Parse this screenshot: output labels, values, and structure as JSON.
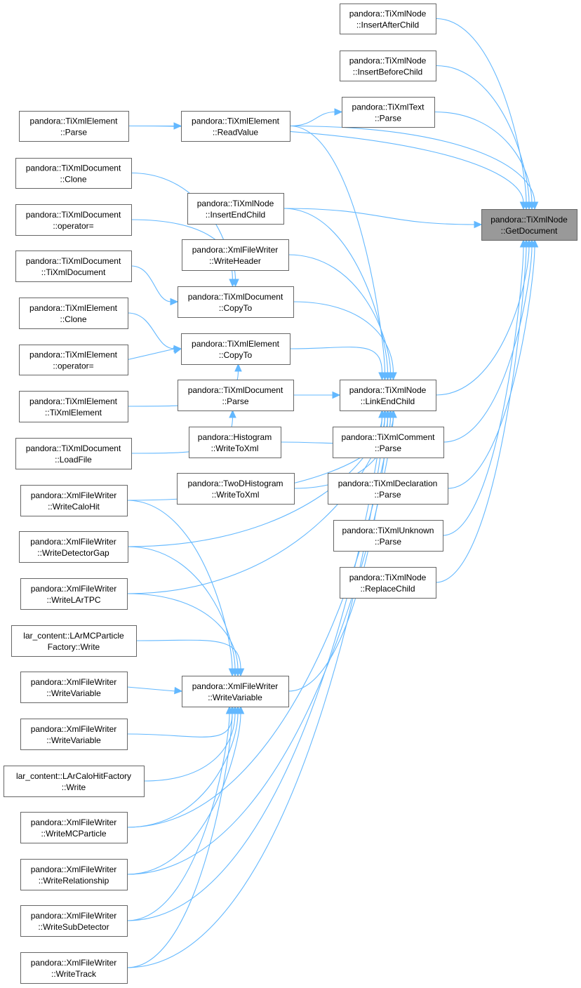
{
  "diagram": {
    "kind": "doxygen-caller-graph",
    "edge_color": "#63b8ff",
    "focus_fill": "#999999",
    "node_border": "#666666",
    "nodes": [
      {
        "id": "getdoc",
        "line1": "pandora::TiXmlNode",
        "line2": "::GetDocument",
        "focus": true
      },
      {
        "id": "insafter",
        "line1": "pandora::TiXmlNode",
        "line2": "::InsertAfterChild"
      },
      {
        "id": "insbefore",
        "line1": "pandora::TiXmlNode",
        "line2": "::InsertBeforeChild"
      },
      {
        "id": "textparse",
        "line1": "pandora::TiXmlText",
        "line2": "::Parse"
      },
      {
        "id": "elparse",
        "line1": "pandora::TiXmlElement",
        "line2": "::Parse"
      },
      {
        "id": "readvalue",
        "line1": "pandora::TiXmlElement",
        "line2": "::ReadValue"
      },
      {
        "id": "docclone",
        "line1": "pandora::TiXmlDocument",
        "line2": "::Clone"
      },
      {
        "id": "insend",
        "line1": "pandora::TiXmlNode",
        "line2": "::InsertEndChild"
      },
      {
        "id": "docop",
        "line1": "pandora::TiXmlDocument",
        "line2": "::operator="
      },
      {
        "id": "writeheader",
        "line1": "pandora::XmlFileWriter",
        "line2": "::WriteHeader"
      },
      {
        "id": "docctor",
        "line1": "pandora::TiXmlDocument",
        "line2": "::TiXmlDocument"
      },
      {
        "id": "doccopyto",
        "line1": "pandora::TiXmlDocument",
        "line2": "::CopyTo"
      },
      {
        "id": "elclone",
        "line1": "pandora::TiXmlElement",
        "line2": "::Clone"
      },
      {
        "id": "elcopyto",
        "line1": "pandora::TiXmlElement",
        "line2": "::CopyTo"
      },
      {
        "id": "elop",
        "line1": "pandora::TiXmlElement",
        "line2": "::operator="
      },
      {
        "id": "linkend",
        "line1": "pandora::TiXmlNode",
        "line2": "::LinkEndChild"
      },
      {
        "id": "docparse",
        "line1": "pandora::TiXmlDocument",
        "line2": "::Parse"
      },
      {
        "id": "elctor",
        "line1": "pandora::TiXmlElement",
        "line2": "::TiXmlElement"
      },
      {
        "id": "commentparse",
        "line1": "pandora::TiXmlComment",
        "line2": "::Parse"
      },
      {
        "id": "histo",
        "line1": "pandora::Histogram",
        "line2": "::WriteToXml"
      },
      {
        "id": "loadfile",
        "line1": "pandora::TiXmlDocument",
        "line2": "::LoadFile"
      },
      {
        "id": "declparse",
        "line1": "pandora::TiXmlDeclaration",
        "line2": "::Parse"
      },
      {
        "id": "twod",
        "line1": "pandora::TwoDHistogram",
        "line2": "::WriteToXml"
      },
      {
        "id": "calohit",
        "line1": "pandora::XmlFileWriter",
        "line2": "::WriteCaloHit"
      },
      {
        "id": "unknownparse",
        "line1": "pandora::TiXmlUnknown",
        "line2": "::Parse"
      },
      {
        "id": "detgap",
        "line1": "pandora::XmlFileWriter",
        "line2": "::WriteDetectorGap"
      },
      {
        "id": "replace",
        "line1": "pandora::TiXmlNode",
        "line2": "::ReplaceChild"
      },
      {
        "id": "lartpc",
        "line1": "pandora::XmlFileWriter",
        "line2": "::WriteLArTPC"
      },
      {
        "id": "larmc",
        "line1": "lar_content::LArMCParticle",
        "line2": "Factory::Write"
      },
      {
        "id": "wv_main",
        "line1": "pandora::XmlFileWriter",
        "line2": "::WriteVariable"
      },
      {
        "id": "wv1",
        "line1": "pandora::XmlFileWriter",
        "line2": "::WriteVariable"
      },
      {
        "id": "wv2",
        "line1": "pandora::XmlFileWriter",
        "line2": "::WriteVariable"
      },
      {
        "id": "larcalo",
        "line1": "lar_content::LArCaloHitFactory",
        "line2": "::Write"
      },
      {
        "id": "mcpart",
        "line1": "pandora::XmlFileWriter",
        "line2": "::WriteMCParticle"
      },
      {
        "id": "relation",
        "line1": "pandora::XmlFileWriter",
        "line2": "::WriteRelationship"
      },
      {
        "id": "subdet",
        "line1": "pandora::XmlFileWriter",
        "line2": "::WriteSubDetector"
      },
      {
        "id": "track",
        "line1": "pandora::XmlFileWriter",
        "line2": "::WriteTrack"
      }
    ],
    "edges": [
      {
        "from": "insafter",
        "to": "getdoc"
      },
      {
        "from": "insbefore",
        "to": "getdoc"
      },
      {
        "from": "textparse",
        "to": "getdoc"
      },
      {
        "from": "readvalue",
        "to": "getdoc"
      },
      {
        "from": "elparse",
        "to": "getdoc"
      },
      {
        "from": "insend",
        "to": "getdoc"
      },
      {
        "from": "linkend",
        "to": "getdoc"
      },
      {
        "from": "commentparse",
        "to": "getdoc"
      },
      {
        "from": "declparse",
        "to": "getdoc"
      },
      {
        "from": "unknownparse",
        "to": "getdoc"
      },
      {
        "from": "replace",
        "to": "getdoc"
      },
      {
        "from": "elparse",
        "to": "readvalue"
      },
      {
        "from": "readvalue",
        "to": "textparse"
      },
      {
        "from": "readvalue",
        "to": "linkend"
      },
      {
        "from": "insend",
        "to": "linkend"
      },
      {
        "from": "writeheader",
        "to": "linkend"
      },
      {
        "from": "doccopyto",
        "to": "linkend"
      },
      {
        "from": "elcopyto",
        "to": "linkend"
      },
      {
        "from": "docparse",
        "to": "linkend"
      },
      {
        "from": "histo",
        "to": "linkend"
      },
      {
        "from": "twod",
        "to": "linkend"
      },
      {
        "from": "calohit",
        "to": "linkend"
      },
      {
        "from": "detgap",
        "to": "linkend"
      },
      {
        "from": "lartpc",
        "to": "linkend"
      },
      {
        "from": "wv_main",
        "to": "linkend"
      },
      {
        "from": "mcpart",
        "to": "linkend"
      },
      {
        "from": "relation",
        "to": "linkend"
      },
      {
        "from": "subdet",
        "to": "linkend"
      },
      {
        "from": "track",
        "to": "linkend"
      },
      {
        "from": "docclone",
        "to": "doccopyto"
      },
      {
        "from": "docop",
        "to": "doccopyto"
      },
      {
        "from": "docctor",
        "to": "doccopyto"
      },
      {
        "from": "elclone",
        "to": "elcopyto"
      },
      {
        "from": "elop",
        "to": "elcopyto"
      },
      {
        "from": "elctor",
        "to": "elcopyto"
      },
      {
        "from": "loadfile",
        "to": "docparse"
      },
      {
        "from": "calohit",
        "to": "wv_main"
      },
      {
        "from": "detgap",
        "to": "wv_main"
      },
      {
        "from": "lartpc",
        "to": "wv_main"
      },
      {
        "from": "larmc",
        "to": "wv_main"
      },
      {
        "from": "wv1",
        "to": "wv_main"
      },
      {
        "from": "wv2",
        "to": "wv_main"
      },
      {
        "from": "larcalo",
        "to": "wv_main"
      },
      {
        "from": "mcpart",
        "to": "wv_main"
      },
      {
        "from": "relation",
        "to": "wv_main"
      },
      {
        "from": "subdet",
        "to": "wv_main"
      },
      {
        "from": "track",
        "to": "wv_main"
      }
    ]
  }
}
